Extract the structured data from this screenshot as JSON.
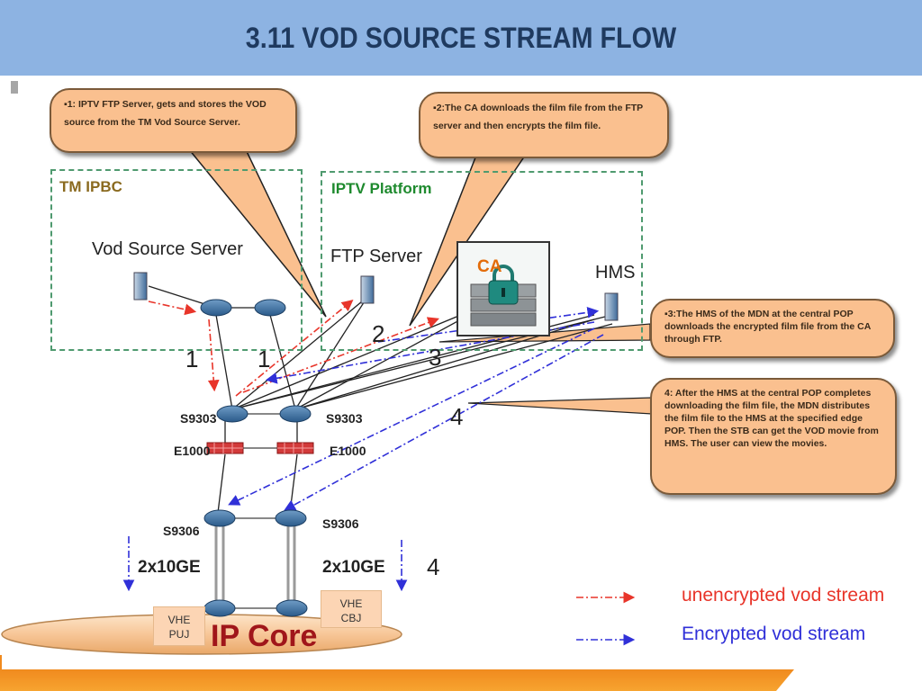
{
  "slide": {
    "title": "3.11  VOD SOURCE STREAM FLOW"
  },
  "callouts": [
    {
      "id": "step1",
      "text": "▪1: IPTV  FTP Server, gets and stores the VOD source from the TM Vod Source Server."
    },
    {
      "id": "step2",
      "text": "▪2:The CA downloads the film file from the FTP server and then encrypts the film file."
    },
    {
      "id": "step3",
      "text": "▪3:The HMS of the MDN at the central POP downloads the encrypted film file from the CA through FTP."
    },
    {
      "id": "step4",
      "text": "4: After the HMS at the central POP completes downloading the film file, the MDN distributes the film file to the HMS at the specified edge POP. Then the STB can get the VOD movie from HMS. The user can view the movies."
    }
  ],
  "zones": {
    "tm_ipbc": "TM IPBC",
    "iptv_platform": "IPTV Platform"
  },
  "nodes": {
    "vod_source_server": "Vod Source Server",
    "ftp_server": "FTP Server",
    "ca": "CA",
    "hms": "HMS",
    "s9303_left": "S9303",
    "s9303_right": "S9303",
    "e1000_left": "E1000",
    "e1000_right": "E1000",
    "s9306_left": "S9306",
    "s9306_right": "S9306",
    "link_left": "2x10GE",
    "link_right": "2x10GE",
    "vhe_puj": "VHE\nPUJ",
    "vhe_cbj": "VHE\nCBJ",
    "ip_core": "IP Core"
  },
  "step_numbers": {
    "n1a": "1",
    "n1b": "1",
    "n2": "2",
    "n3": "3",
    "n4a": "4",
    "n4b": "4"
  },
  "legend": [
    {
      "label": "unencrypted vod stream",
      "color": "#e8352a",
      "style": "dash-dot-arrow"
    },
    {
      "label": "Encrypted vod stream",
      "color": "#3030d8",
      "style": "dash-dot-arrow"
    }
  ],
  "colors": {
    "header": "#8db3e2",
    "title": "#1f3a5f",
    "callout_fill": "#fac08f",
    "zone_border": "#4f9a6f",
    "tm_ipbc_label": "#8a6a1f",
    "iptv_label": "#1e8a2e",
    "ca_label": "#e36c0a",
    "ip_core_text": "#a0161a",
    "footer": "#f39a26"
  }
}
